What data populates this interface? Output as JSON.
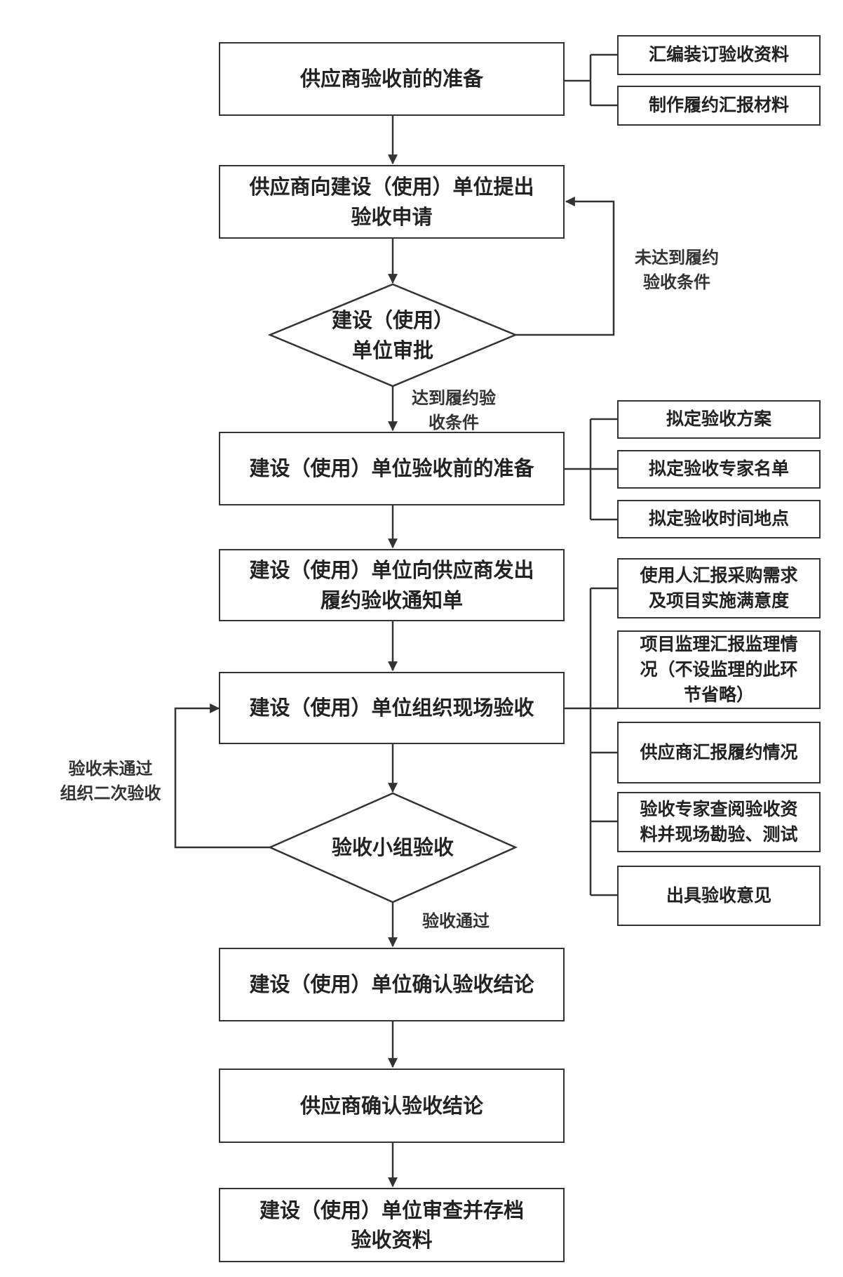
{
  "steps": {
    "s1": "供应商验收前的准备",
    "s2": "供应商向建设（使用）单位提出\n验收申请",
    "d1": "建设（使用）\n单位审批",
    "s3": "建设（使用）单位验收前的准备",
    "s4": "建设（使用）单位向供应商发出\n履约验收通知单",
    "s5": "建设（使用）单位组织现场验收",
    "d2": "验收小组验收",
    "s6": "建设（使用）单位确认验收结论",
    "s7": "供应商确认验收结论",
    "s8": "建设（使用）单位审查并存档\n验收资料"
  },
  "side": {
    "a1": "汇编装订验收资料",
    "a2": "制作履约汇报材料",
    "b1": "拟定验收方案",
    "b2": "拟定验收专家名单",
    "b3": "拟定验收时间地点",
    "c1": "使用人汇报采购需求\n及项目实施满意度",
    "c2": "项目监理汇报监理情\n况（不设监理的此环\n节省略）",
    "c3": "供应商汇报履约情况",
    "c4": "验收专家查阅验收资\n料并现场勘验、测试",
    "c5": "出具验收意见"
  },
  "labels": {
    "not_met": "未达到履约\n验收条件",
    "met": "达到履约验\n收条件",
    "failed": "验收未通过\n组织二次验收",
    "passed": "验收通过"
  }
}
